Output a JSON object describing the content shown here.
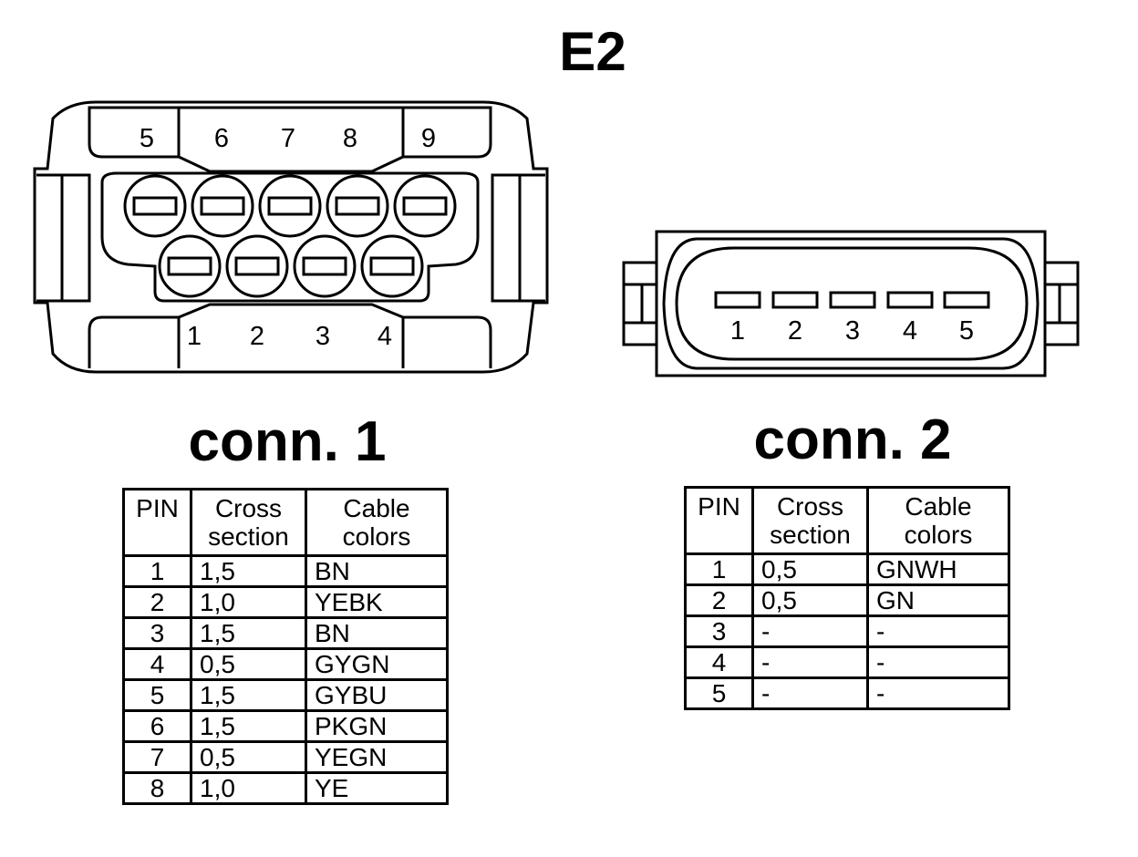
{
  "title": "E2",
  "connectors": [
    {
      "label": "conn. 1",
      "top_pin_labels": [
        "5",
        "6",
        "7",
        "8",
        "9"
      ],
      "bottom_pin_labels": [
        "1",
        "2",
        "3",
        "4"
      ],
      "table": {
        "headers": [
          "PIN",
          "Cross\nsection",
          "Cable\ncolors"
        ],
        "rows": [
          [
            "1",
            "1,5",
            "BN"
          ],
          [
            "2",
            "1,0",
            "YEBK"
          ],
          [
            "3",
            "1,5",
            "BN"
          ],
          [
            "4",
            "0,5",
            "GYGN"
          ],
          [
            "5",
            "1,5",
            "GYBU"
          ],
          [
            "6",
            "1,5",
            "PKGN"
          ],
          [
            "7",
            "0,5",
            "YEGN"
          ],
          [
            "8",
            "1,0",
            "YE"
          ]
        ]
      }
    },
    {
      "label": "conn. 2",
      "pin_labels": [
        "1",
        "2",
        "3",
        "4",
        "5"
      ],
      "table": {
        "headers": [
          "PIN",
          "Cross\nsection",
          "Cable\ncolors"
        ],
        "rows": [
          [
            "1",
            "0,5",
            "GNWH"
          ],
          [
            "2",
            "0,5",
            "GN"
          ],
          [
            "3",
            "-",
            "-"
          ],
          [
            "4",
            "-",
            "-"
          ],
          [
            "5",
            "-",
            "-"
          ]
        ]
      }
    }
  ]
}
